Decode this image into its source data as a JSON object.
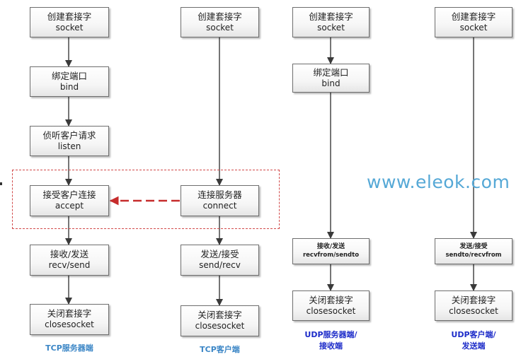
{
  "tcp_server": {
    "socket": {
      "zh": "创建套接字",
      "en": "socket"
    },
    "bind": {
      "zh": "绑定端口",
      "en": "bind"
    },
    "listen": {
      "zh": "侦听客户请求",
      "en": "listen"
    },
    "accept": {
      "zh": "接受客户连接",
      "en": "accept"
    },
    "recv_send": {
      "zh": "接收/发送",
      "en": "recv/send"
    },
    "close": {
      "zh": "关闭套接字",
      "en": "closesocket"
    },
    "caption": "TCP服务器端"
  },
  "tcp_client": {
    "socket": {
      "zh": "创建套接字",
      "en": "socket"
    },
    "connect": {
      "zh": "连接服务器",
      "en": "connect"
    },
    "send_recv": {
      "zh": "发送/接受",
      "en": "send/recv"
    },
    "close": {
      "zh": "关闭套接字",
      "en": "closesocket"
    },
    "caption": "TCP客户端"
  },
  "udp_server": {
    "socket": {
      "zh": "创建套接字",
      "en": "socket"
    },
    "bind": {
      "zh": "绑定端口",
      "en": "bind"
    },
    "recv_send": {
      "zh": "接收/发送",
      "en": "recvfrom/sendto"
    },
    "close": {
      "zh": "关闭套接字",
      "en": "closesocket"
    },
    "caption_line1": "UDP服务器端/",
    "caption_line2": "接收端"
  },
  "udp_client": {
    "socket": {
      "zh": "创建套接字",
      "en": "socket"
    },
    "send_recv": {
      "zh": "发送/接受",
      "en": "sendto/recvfrom"
    },
    "close": {
      "zh": "关闭套接字",
      "en": "closesocket"
    },
    "caption_line1": "UDP客户端/",
    "caption_line2": "发送端"
  },
  "watermark": "www.eleok.com",
  "colors": {
    "node_border": "#6e6e6e",
    "arrow": "#3a3a3a",
    "highlight_dash": "#d24a4a",
    "tcp_caption": "#3b86c6",
    "udp_caption": "#1d2cc9",
    "watermark": "#55a8d6"
  }
}
